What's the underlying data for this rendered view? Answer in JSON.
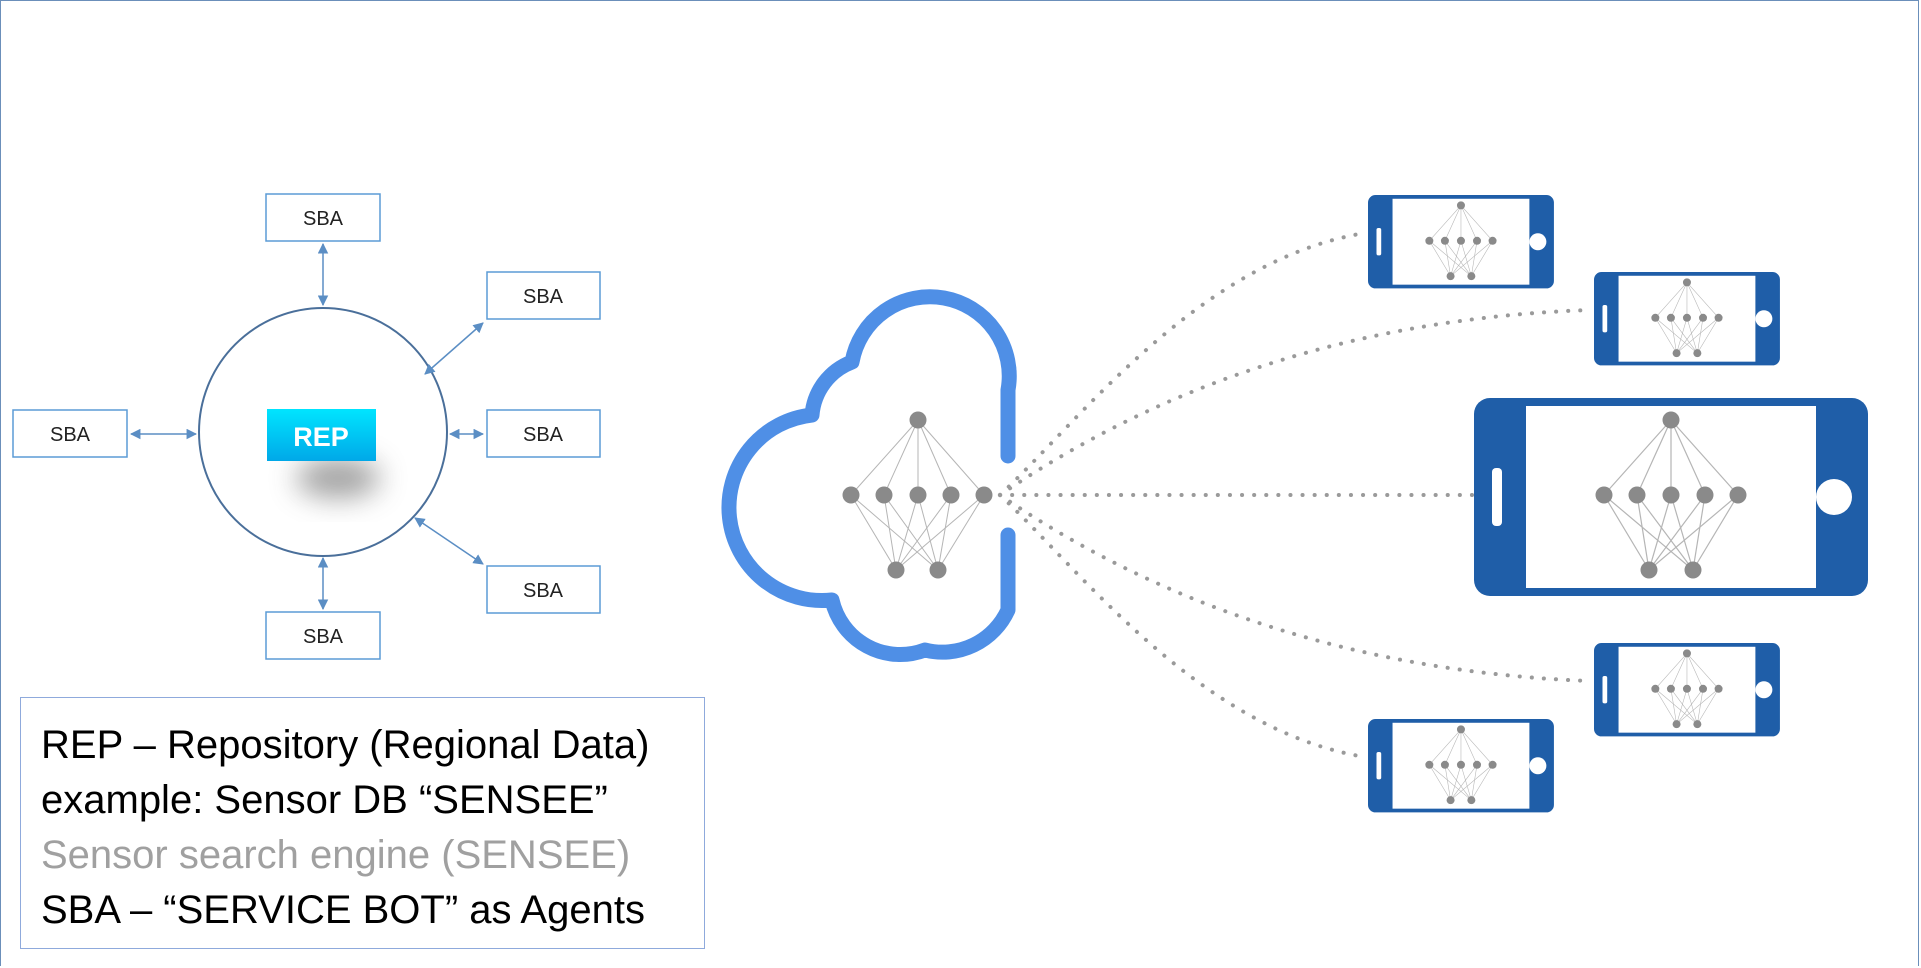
{
  "hub": {
    "label": "REP",
    "fill_top": "#00e5ff",
    "fill_bottom": "#00a8e8",
    "text_color": "#ffffff"
  },
  "agents": {
    "top": "SBA",
    "upper_right": "SBA",
    "left": "SBA",
    "right": "SBA",
    "lower_right": "SBA",
    "bottom": "SBA"
  },
  "legend": {
    "line1": "REP – Repository (Regional Data)",
    "line2": "example: Sensor DB “SENSEE”",
    "line3": "Sensor search engine (SENSEE)",
    "line4": "SBA – “SERVICE BOT” as Agents"
  },
  "colors": {
    "frame": "#6b8fba",
    "box_border": "#5b9bd5",
    "arrow": "#5b8ec4",
    "circle": "#4a6f9a",
    "cloud": "#4f8fe6",
    "device": "#1f5ea8",
    "node": "#8a8a8a",
    "dots": "#9a9a9a",
    "legend_muted": "#a0a0a0"
  },
  "icons": {
    "cloud": "cloud-icon",
    "device": "smartphone-icon",
    "network": "neural-network-icon"
  }
}
